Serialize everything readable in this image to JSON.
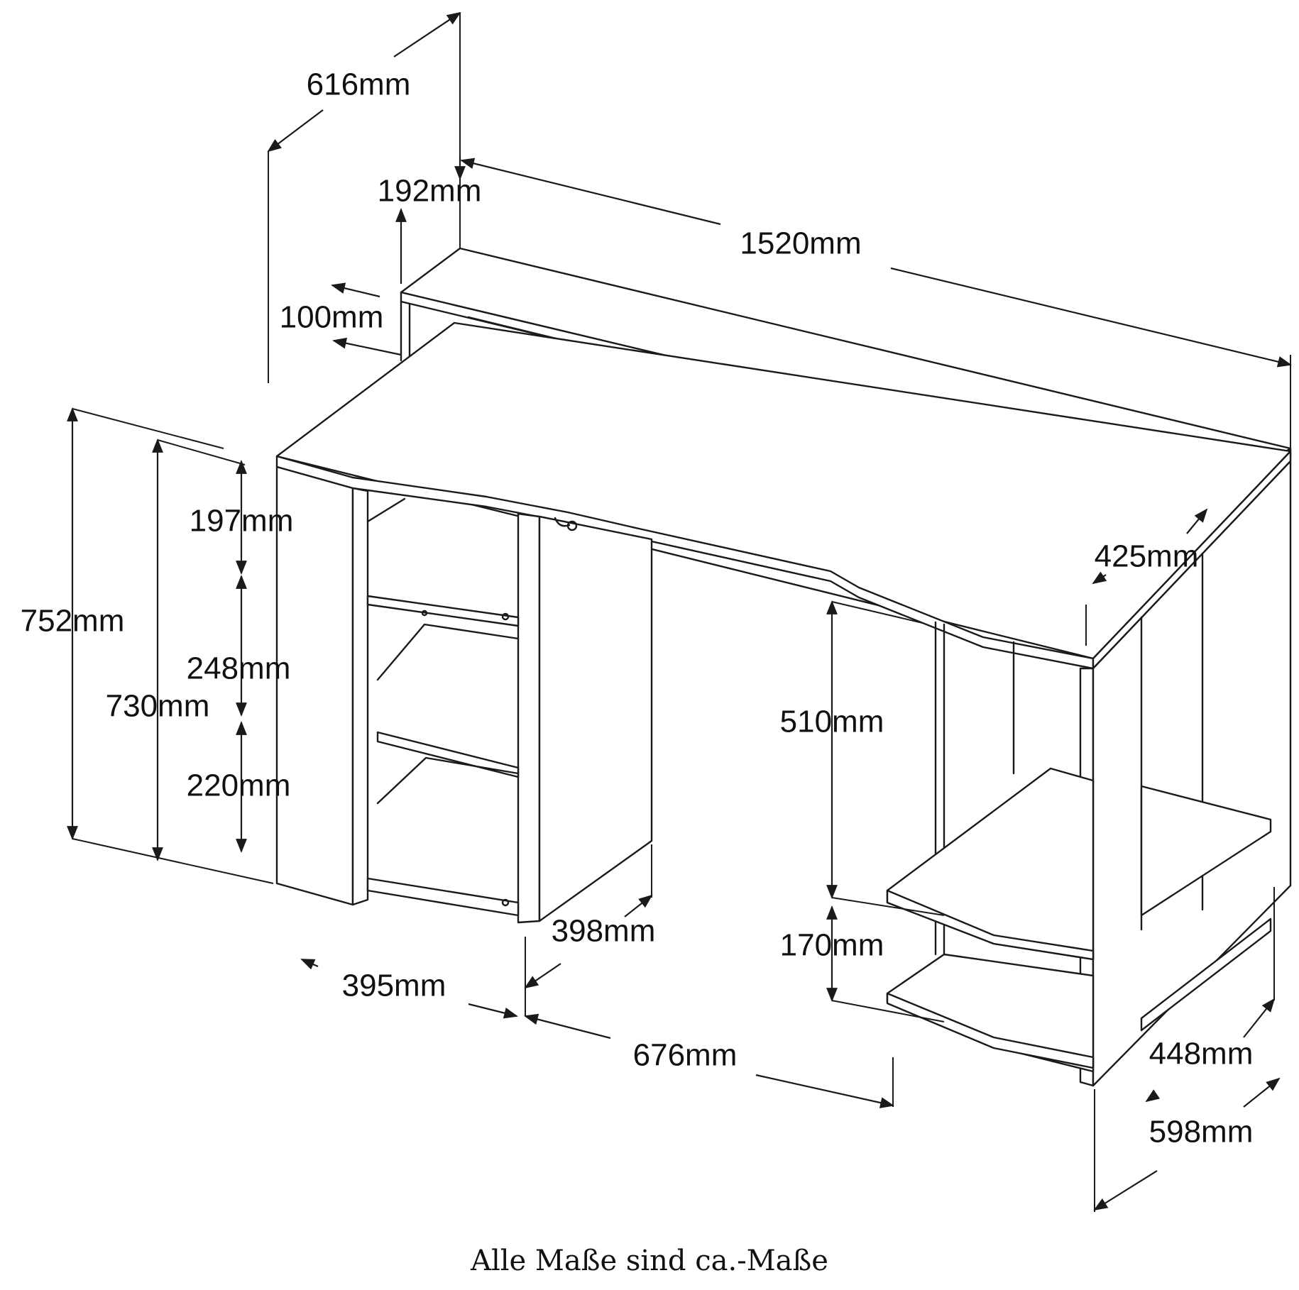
{
  "dimensions": {
    "depth_total": "616mm",
    "hutch_height": "192mm",
    "width_total": "1520mm",
    "hutch_depth": "100mm",
    "height_total": "752mm",
    "height_desk": "730mm",
    "shelf_top": "197mm",
    "shelf_mid": "248mm",
    "shelf_bottom": "220mm",
    "right_depth": "425mm",
    "knee_height": "510mm",
    "shelf_gap": "170mm",
    "cabinet_depth": "398mm",
    "cabinet_width": "395mm",
    "knee_width": "676mm",
    "right_width": "448mm",
    "right_total_depth": "598mm"
  },
  "caption": "Alle Maße sind ca.-Maße"
}
